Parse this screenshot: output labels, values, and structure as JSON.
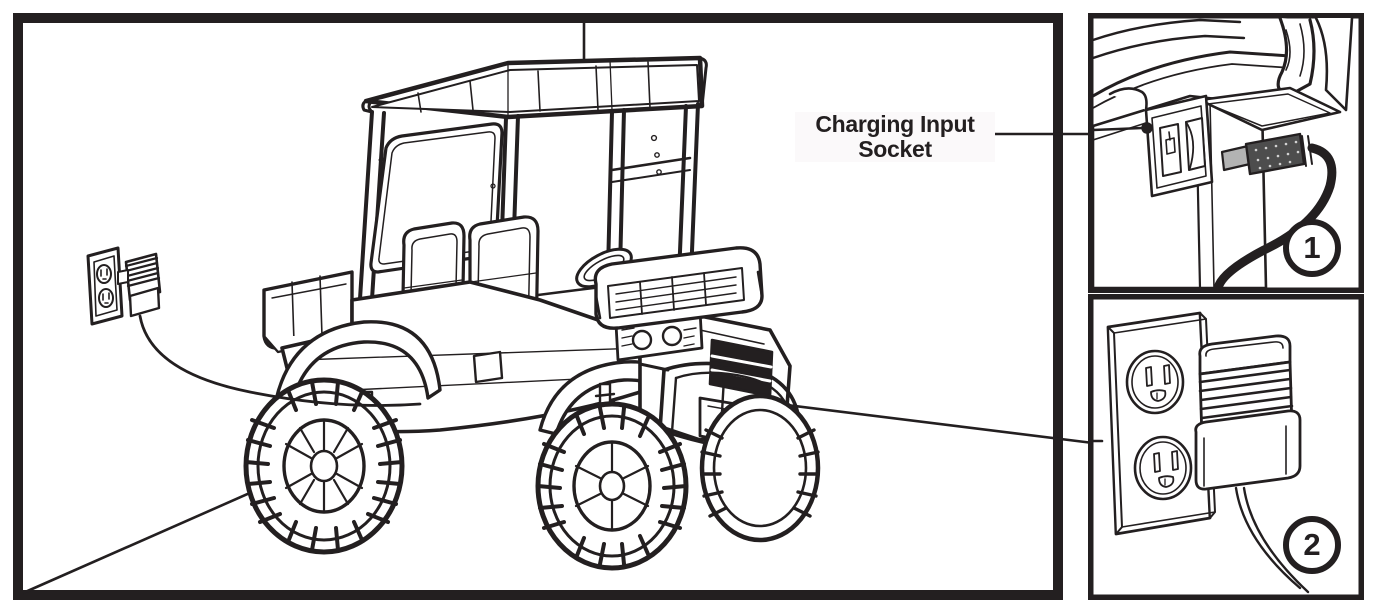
{
  "diagram": {
    "title": "Charging Input Socket Instruction Diagram",
    "type": "line-art-technical-illustration",
    "ink_color": "#231f20",
    "background_color": "#ffffff",
    "border_color": "#231f20"
  },
  "main_panel": {
    "name": "main-illustration-panel",
    "subject": "ride-on utility vehicle (UTV) with roll cage, roof, two bucket seats, cargo bed, knobby off-road tires",
    "inset": {
      "name": "wall-outlet-charger-inset",
      "description": "small wall outlet with charger adapter plugged in, cord running to vehicle"
    },
    "callout": {
      "label_line_1": "Charging Input",
      "label_line_2": "Socket",
      "label_text": "Charging Input\nSocket"
    }
  },
  "detail_panels": [
    {
      "name": "detail-panel-charging-socket",
      "badge": "1",
      "description": "close-up of charging input socket on vehicle body with barrel plug inserted and cord"
    },
    {
      "name": "detail-panel-wall-outlet",
      "badge": "2",
      "description": "close-up of duplex wall outlet with ribbed charger adapter plugged in and cord"
    }
  ],
  "leader_lines": [
    {
      "name": "leader-roof-vertical",
      "from": "top-border",
      "to": "vehicle-roof"
    },
    {
      "name": "leader-socket-label",
      "from": "charging-input-socket-label",
      "to": "detail-panel-1"
    },
    {
      "name": "leader-outlet-diagonal",
      "from": "vehicle-area",
      "to": "detail-panel-2"
    },
    {
      "name": "leader-tire-diagonal",
      "from": "rear-tire",
      "to": "bottom-left-corner"
    }
  ]
}
